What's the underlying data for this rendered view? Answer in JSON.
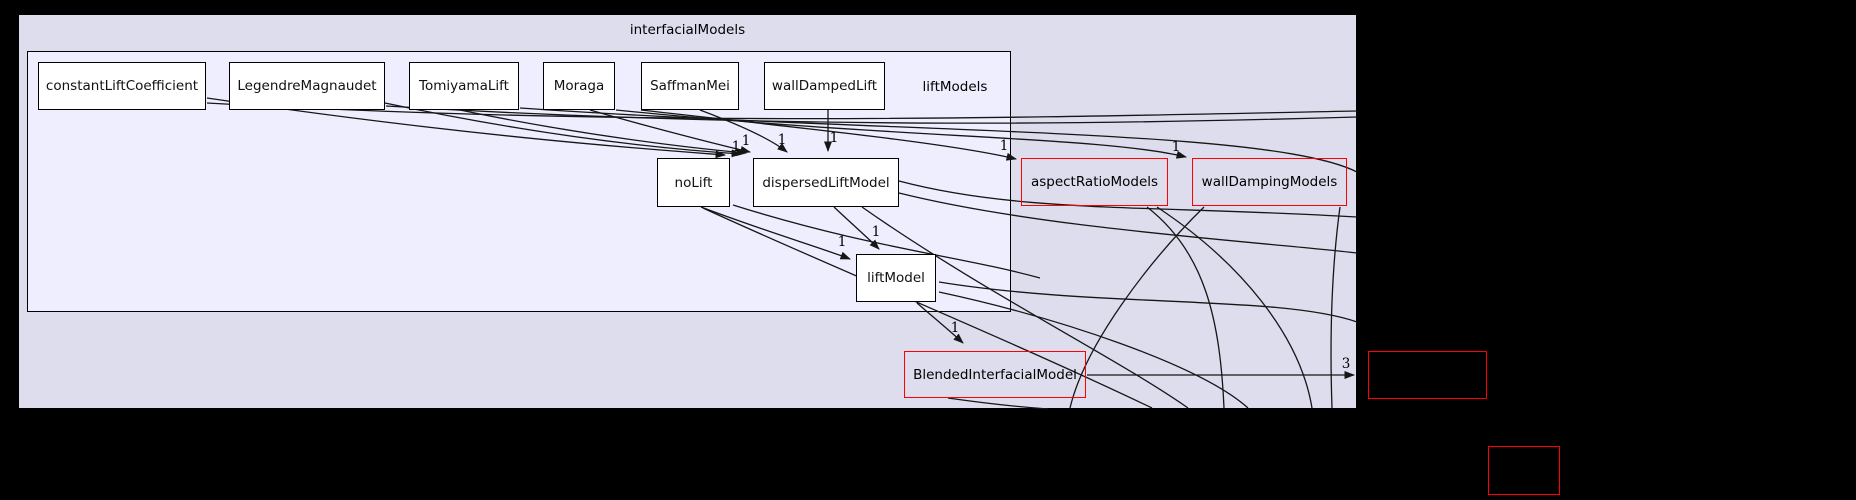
{
  "diagram": {
    "outer_cluster_label": "interfacialModels",
    "inner_cluster_label": "liftModels",
    "colors": {
      "page_background": "#000000",
      "outer_cluster_fill": "#ddddee",
      "inner_cluster_fill": "#eeeeff",
      "node_fill": "#ffffff",
      "node_border": "#000000",
      "red_node_border": "#fe0000",
      "edge_stroke": "#161616",
      "text": "#000000"
    },
    "nodes": {
      "constantLiftCoefficient": {
        "label": "constantLiftCoefficient"
      },
      "LegendreMagnaudet": {
        "label": "LegendreMagnaudet"
      },
      "TomiyamaLift": {
        "label": "TomiyamaLift"
      },
      "Moraga": {
        "label": "Moraga"
      },
      "SaffmanMei": {
        "label": "SaffmanMei"
      },
      "wallDampedLift": {
        "label": "wallDampedLift"
      },
      "noLift": {
        "label": "noLift"
      },
      "dispersedLiftModel": {
        "label": "dispersedLiftModel"
      },
      "liftModel": {
        "label": "liftModel"
      },
      "aspectRatioModels": {
        "label": "aspectRatioModels"
      },
      "wallDampingModels": {
        "label": "wallDampingModels"
      },
      "BlendedInterfacialModel": {
        "label": "BlendedInterfacialModel"
      }
    },
    "edge_labels": [
      {
        "text": "1"
      },
      {
        "text": "1"
      },
      {
        "text": "1"
      },
      {
        "text": "1"
      },
      {
        "text": "1"
      },
      {
        "text": "1"
      },
      {
        "text": "1"
      },
      {
        "text": "1"
      },
      {
        "text": "1"
      },
      {
        "text": "3"
      }
    ]
  }
}
